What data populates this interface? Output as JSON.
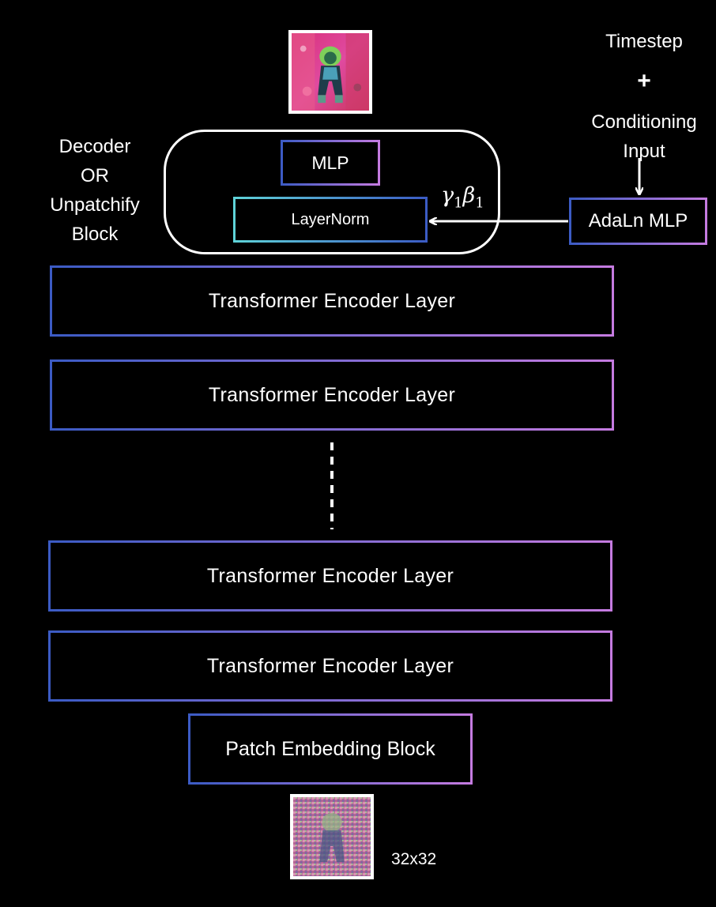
{
  "colors": {
    "background": "#000000",
    "gradient_start": "#3b5bc4",
    "gradient_end": "#c57be0",
    "layernorm_start": "#5fd3d8",
    "layernorm_end": "#3b5bc4",
    "text": "#ffffff"
  },
  "decoder": {
    "label_line1": "Decoder",
    "label_line2": "OR",
    "label_line3": "Unpatchify",
    "label_line4": "Block",
    "mlp": "MLP",
    "layernorm": "LayerNorm",
    "modulation_label": "γ1β1"
  },
  "conditioning": {
    "timestep": "Timestep",
    "plus": "+",
    "conditioning_line1": "Conditioning",
    "conditioning_line2": "Input",
    "adaln": "AdaLn MLP"
  },
  "encoder_layers": [
    "Transformer Encoder Layer",
    "Transformer Encoder Layer",
    "Transformer Encoder Layer",
    "Transformer Encoder Layer"
  ],
  "patch_embedding": "Patch Embedding Block",
  "input_size_label": "32x32",
  "images": {
    "output_image": "generated-image-thumbnail",
    "input_image": "noisy-input-image-thumbnail"
  }
}
